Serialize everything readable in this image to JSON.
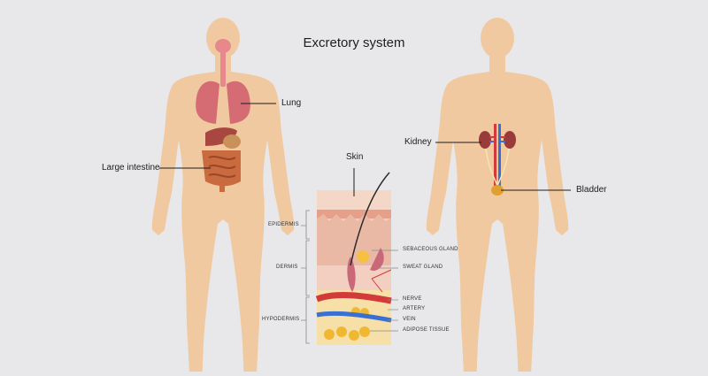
{
  "title": "Excretory system",
  "labels": {
    "lung": "Lung",
    "large_intestine": "Large intestine",
    "skin": "Skin",
    "kidney": "Kidney",
    "bladder": "Bladder"
  },
  "skin_layers": {
    "epidermis": "EPIDERMIS",
    "dermis": "DERMIS",
    "hypodermis": "HYPODERMIS"
  },
  "skin_parts": {
    "sebaceous_gland": "SEBACEOUS GLAND",
    "sweat_gland": "SWEAT GLAND",
    "nerve": "NERVE",
    "artery": "ARTERY",
    "vein": "VEIN",
    "adipose_tissue": "ADIPOSE TISSUE"
  },
  "colors": {
    "background": "#e8e8ea",
    "body_silhouette": "#f0c9a0",
    "lung": "#d56b73",
    "liver": "#a8473f",
    "intestine": "#c96a3f",
    "kidney": "#9a3a3a",
    "artery": "#d33a3a",
    "vein": "#3a6fd3",
    "fat": "#f0b830"
  }
}
